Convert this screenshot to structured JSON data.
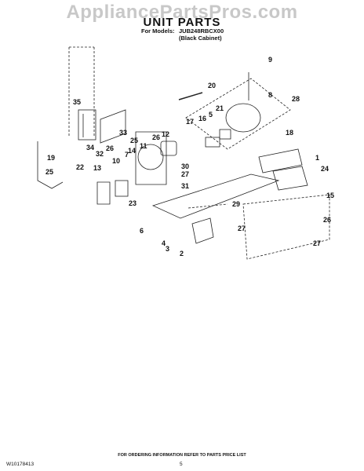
{
  "header": {
    "watermark": "AppliancePartsPros.com",
    "title": "UNIT PARTS",
    "models_label": "For Models:",
    "model_number": "JUB248RBCX00",
    "cabinet": "(Black Cabinet)"
  },
  "footer": {
    "order_info": "FOR ORDERING INFORMATION REFER TO PARTS PRICE LIST",
    "doc_number": "W10178413",
    "page_number": "5"
  },
  "callouts": [
    {
      "id": "c9",
      "label": "9"
    },
    {
      "id": "c20",
      "label": "20"
    },
    {
      "id": "c8",
      "label": "8"
    },
    {
      "id": "c28",
      "label": "28"
    },
    {
      "id": "c21",
      "label": "21"
    },
    {
      "id": "c5",
      "label": "5"
    },
    {
      "id": "c17",
      "label": "17"
    },
    {
      "id": "c16",
      "label": "16"
    },
    {
      "id": "c35",
      "label": "35"
    },
    {
      "id": "c18",
      "label": "18"
    },
    {
      "id": "c26a",
      "label": "26"
    },
    {
      "id": "c12",
      "label": "12"
    },
    {
      "id": "c33",
      "label": "33"
    },
    {
      "id": "c25a",
      "label": "25"
    },
    {
      "id": "c11",
      "label": "11"
    },
    {
      "id": "c1",
      "label": "1"
    },
    {
      "id": "c19",
      "label": "19"
    },
    {
      "id": "c34",
      "label": "34"
    },
    {
      "id": "c32",
      "label": "32"
    },
    {
      "id": "c26b",
      "label": "26"
    },
    {
      "id": "c7",
      "label": "7"
    },
    {
      "id": "c14",
      "label": "14"
    },
    {
      "id": "c24",
      "label": "24"
    },
    {
      "id": "c25b",
      "label": "25"
    },
    {
      "id": "c22",
      "label": "22"
    },
    {
      "id": "c13",
      "label": "13"
    },
    {
      "id": "c10",
      "label": "10"
    },
    {
      "id": "c30",
      "label": "30"
    },
    {
      "id": "c27a",
      "label": "27"
    },
    {
      "id": "c31",
      "label": "31"
    },
    {
      "id": "c15",
      "label": "15"
    },
    {
      "id": "c23",
      "label": "23"
    },
    {
      "id": "c29",
      "label": "29"
    },
    {
      "id": "c26c",
      "label": "26"
    },
    {
      "id": "c6",
      "label": "6"
    },
    {
      "id": "c4",
      "label": "4"
    },
    {
      "id": "c27b",
      "label": "27"
    },
    {
      "id": "c3",
      "label": "3"
    },
    {
      "id": "c2",
      "label": "2"
    },
    {
      "id": "c27c",
      "label": "27"
    }
  ]
}
